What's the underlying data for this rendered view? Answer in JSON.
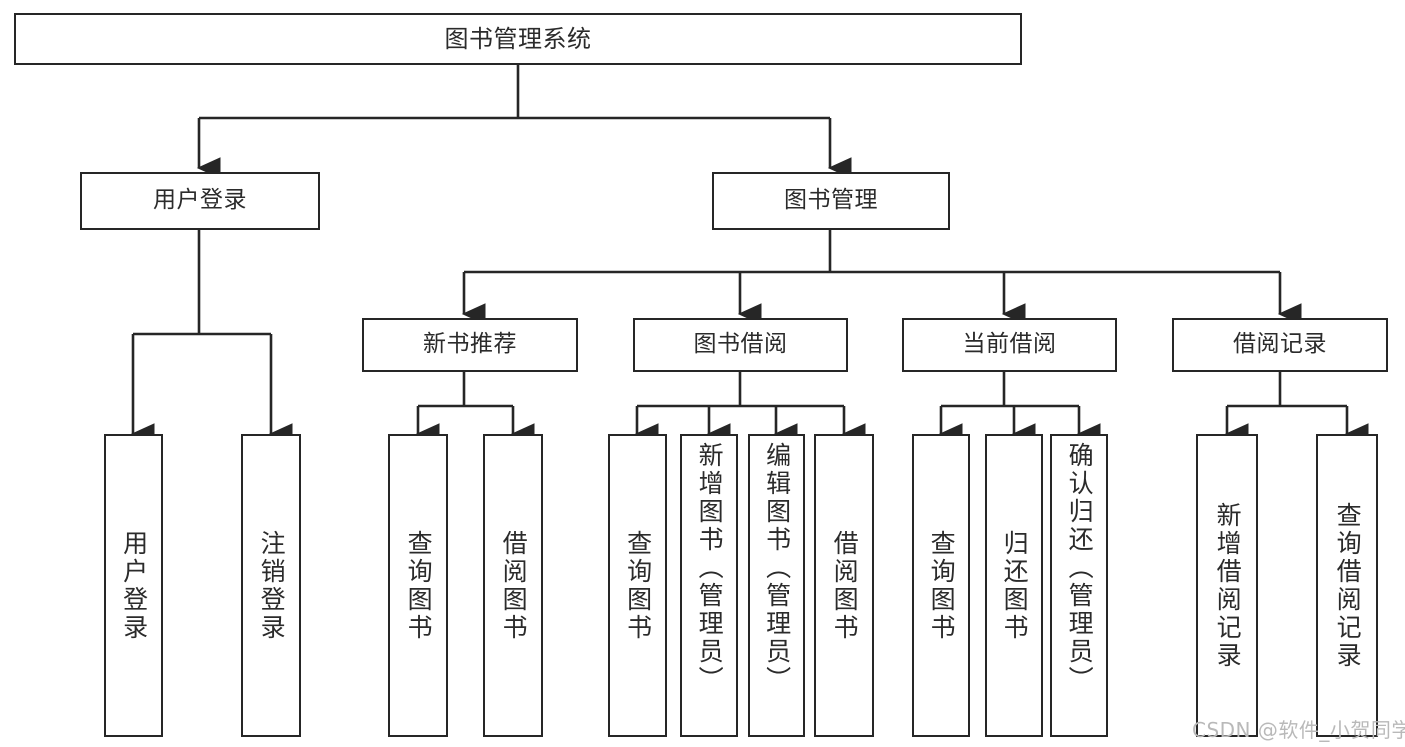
{
  "diagram": {
    "type": "tree",
    "title": "图书管理系统",
    "watermark": "CSDN @软件_小贺同学",
    "colors": {
      "stroke": "#262626",
      "text": "#2b2b2b",
      "background": "#ffffff",
      "watermark": "#b9b9b9"
    },
    "root": {
      "label": "图书管理系统"
    },
    "level2": [
      {
        "id": "user-login",
        "label": "用户登录"
      },
      {
        "id": "book-manage",
        "label": "图书管理"
      }
    ],
    "level3": [
      {
        "id": "new-book-recommend",
        "label": "新书推荐"
      },
      {
        "id": "book-borrow",
        "label": "图书借阅"
      },
      {
        "id": "current-borrow",
        "label": "当前借阅"
      },
      {
        "id": "borrow-record",
        "label": "借阅记录"
      }
    ],
    "leaves": {
      "user_login": [
        {
          "id": "leaf-user-login",
          "label": "用户登录"
        },
        {
          "id": "leaf-logout-login",
          "label": "注销登录"
        }
      ],
      "new_book_recommend": [
        {
          "id": "leaf-query-book-1",
          "label": "查询图书"
        },
        {
          "id": "leaf-borrow-book-1",
          "label": "借阅图书"
        }
      ],
      "book_borrow": [
        {
          "id": "leaf-query-book-2",
          "label": "查询图书"
        },
        {
          "id": "leaf-add-book",
          "label": "新增图书（管理员）"
        },
        {
          "id": "leaf-edit-book",
          "label": "编辑图书（管理员）"
        },
        {
          "id": "leaf-borrow-book-2",
          "label": "借阅图书"
        }
      ],
      "current_borrow": [
        {
          "id": "leaf-query-book-3",
          "label": "查询图书"
        },
        {
          "id": "leaf-return-book",
          "label": "归还图书"
        },
        {
          "id": "leaf-confirm-return",
          "label": "确认归还（管理员）"
        }
      ],
      "borrow_record": [
        {
          "id": "leaf-add-borrow-record",
          "label": "新增借阅记录"
        },
        {
          "id": "leaf-query-borrow-record",
          "label": "查询借阅记录"
        }
      ]
    }
  }
}
